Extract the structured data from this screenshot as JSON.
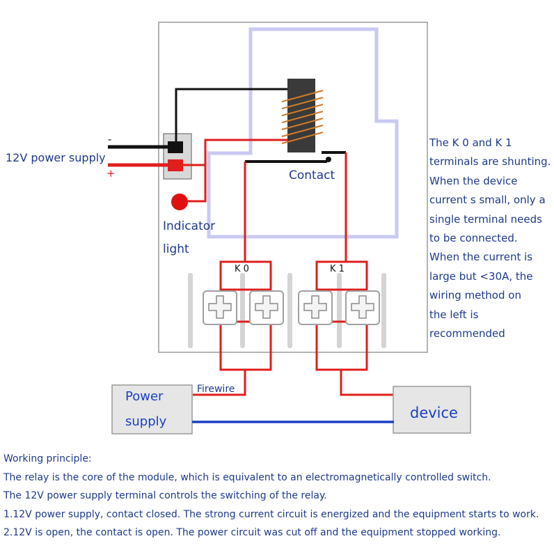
{
  "labels": {
    "supply": "12V power supply",
    "minus": "-",
    "plus": "+",
    "contact": "Contact",
    "indicator": [
      "Indicator",
      "light"
    ],
    "k0": "K 0",
    "k1": "K 1",
    "firewire": "Firewire",
    "power_supply": [
      "Power",
      "supply"
    ],
    "device": "device"
  },
  "note": [
    "The K 0 and K 1",
    "terminals are shunting.",
    "When the device",
    "current s small, only a",
    " single terminal needs",
    "to be connected.",
    "When the current is",
    "large but <30A, the",
    "wiring method on",
    "the left is",
    "recommended"
  ],
  "principle": [
    "Working principle:",
    "The relay is the core of the module, which is equivalent to an electromagnetically controlled switch.",
    "The 12V power supply terminal controls the switching of the relay.",
    "1.12V power supply, contact closed. The strong current circuit is energized and the equipment starts to work.",
    "2.12V is open, the contact is open. The power circuit was cut off and the equipment stopped working."
  ],
  "colors": {
    "wire_red": "#e01e1e",
    "wire_black": "#111111",
    "wire_blue": "#1a3fc4",
    "outline_lavender": "#c9c9f2",
    "coil": "#cf7a2a",
    "text_blue": "#1f3a8a",
    "indicator": "#e01010"
  }
}
